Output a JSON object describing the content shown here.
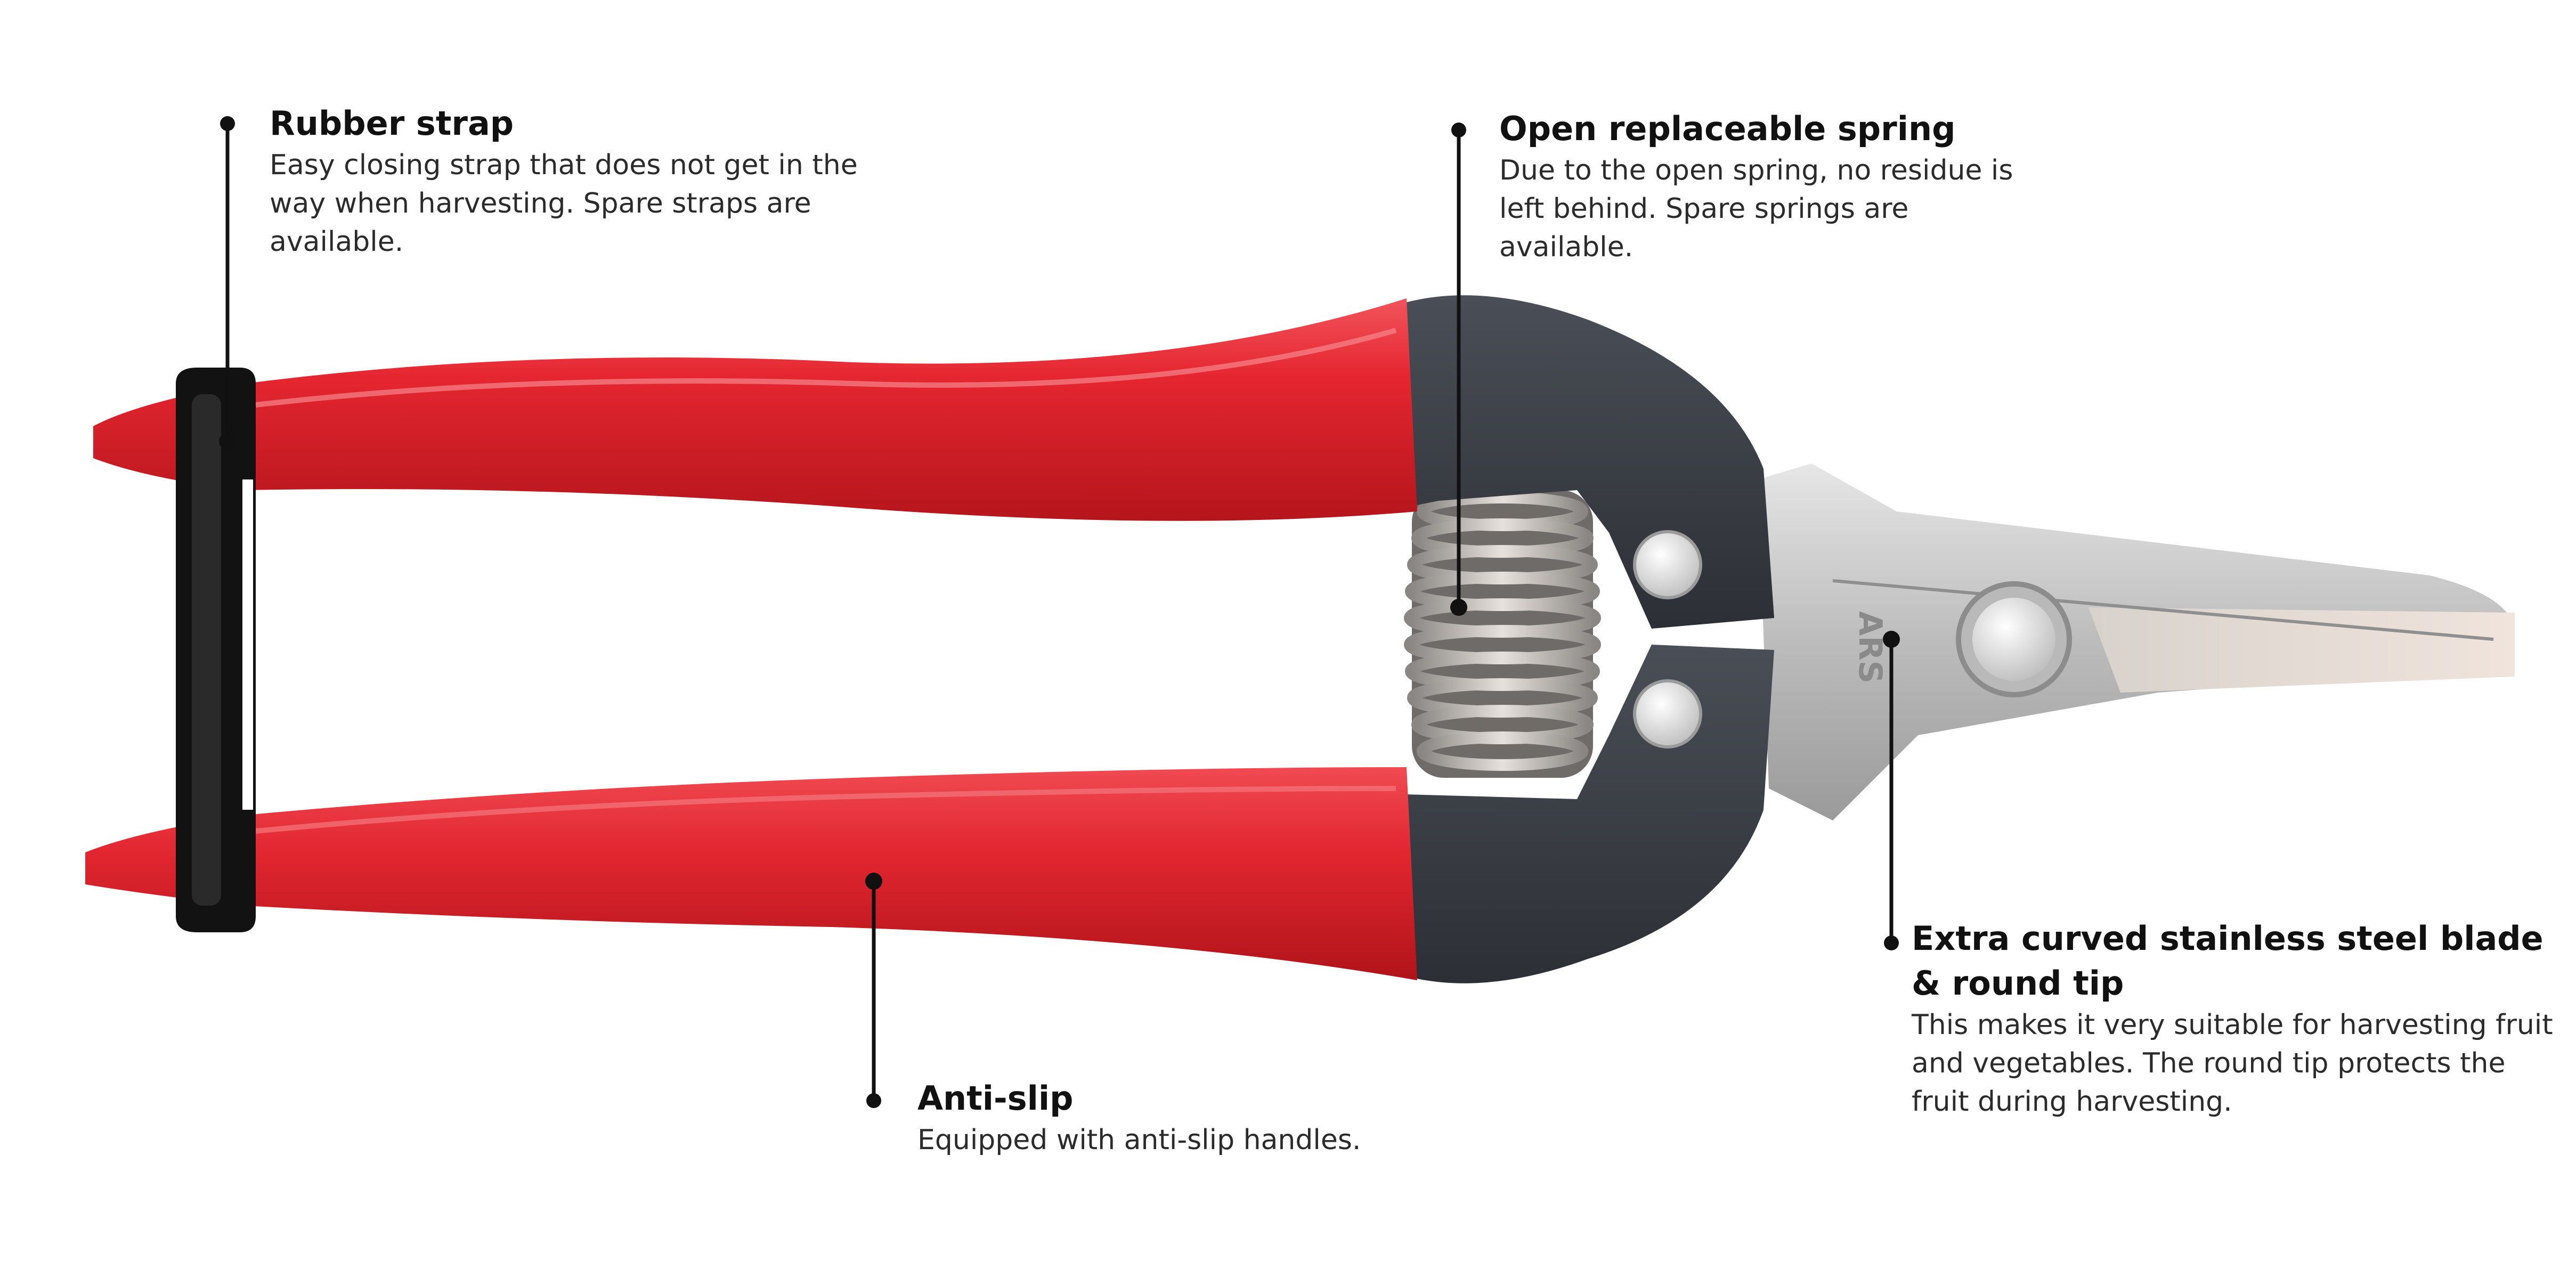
{
  "callouts": {
    "rubber_strap": {
      "title": "Rubber strap",
      "body": "Easy closing strap that does not get in the way when harvesting. Spare straps are available."
    },
    "open_spring": {
      "title": "Open replaceable spring",
      "body": "Due to the open spring, no residue is left behind. Spare springs are available."
    },
    "blade": {
      "title": "Extra curved stainless steel blade & round tip",
      "body": "This makes it very suitable for harvesting fruit and vegetables. The round tip protects the fruit during harvesting."
    },
    "anti_slip": {
      "title": "Anti-slip",
      "body": "Equipped with anti-slip handles."
    }
  },
  "product": {
    "blade_marking": "ARS"
  },
  "colors": {
    "handle_red": "#e52630",
    "handle_dark": "#b5151c",
    "head_black": "#3a3d44",
    "steel": "#c9c9c9",
    "leader_line": "#111111"
  }
}
